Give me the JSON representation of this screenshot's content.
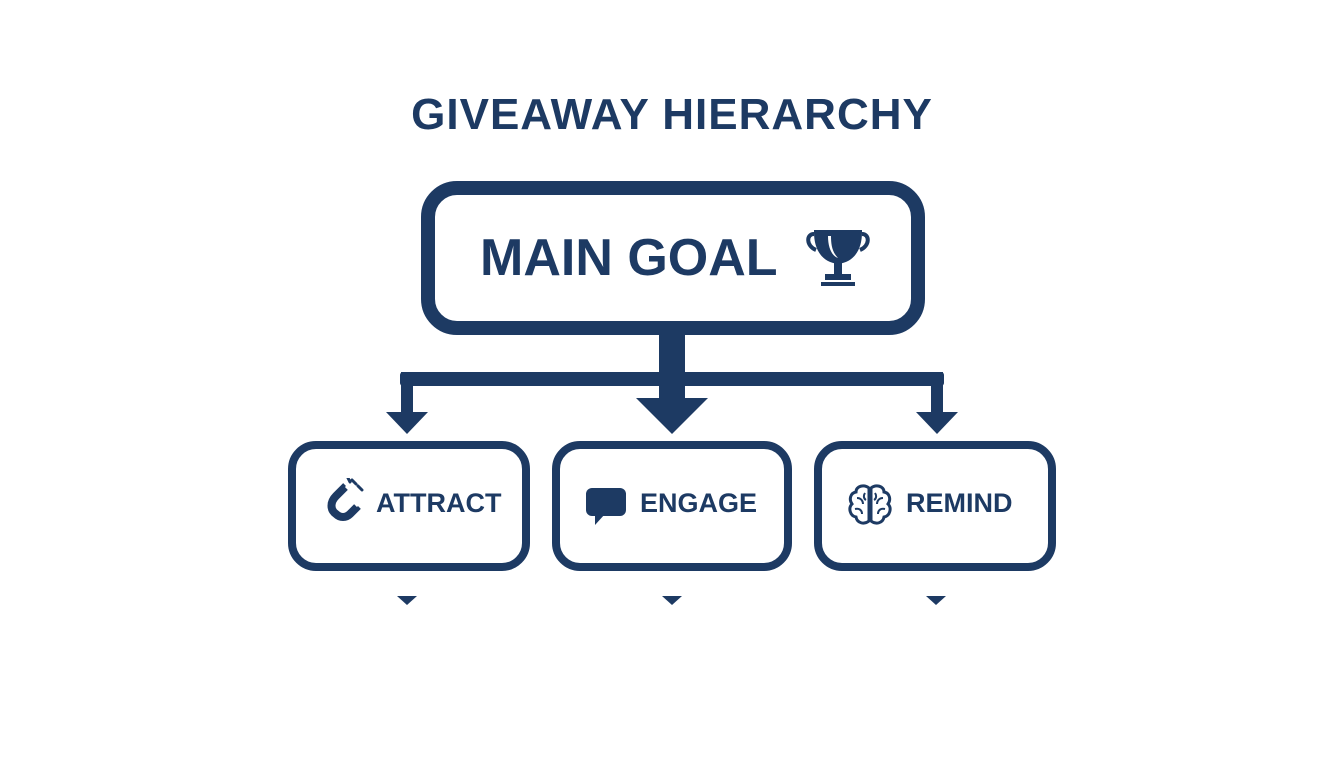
{
  "diagram": {
    "title": "GIVEAWAY HIERARCHY",
    "main_goal": {
      "label": "MAIN GOAL",
      "icon": "trophy-icon"
    },
    "children": [
      {
        "label": "ATTRACT",
        "icon": "magnet-icon"
      },
      {
        "label": "ENGAGE",
        "icon": "speech-bubble-icon"
      },
      {
        "label": "REMIND",
        "icon": "brain-icon"
      }
    ]
  },
  "colors": {
    "primary": "#1d3a63",
    "background": "#ffffff"
  }
}
